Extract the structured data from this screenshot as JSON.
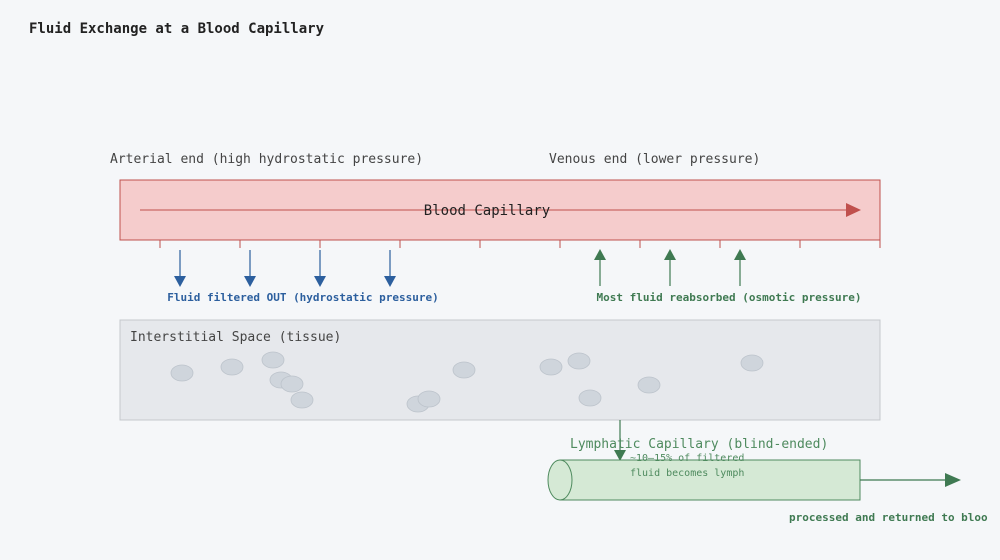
{
  "title": "Fluid Exchange at a Blood Capillary",
  "labels": {
    "arterial_end": "Arterial end (high hydrostatic pressure)",
    "venous_end": "Venous end (lower pressure)",
    "capillary": "Blood Capillary",
    "filtered_out": "Fluid filtered OUT (hydrostatic pressure)",
    "reabsorbed": "Most fluid reabsorbed (osmotic pressure)",
    "interstitial": "Interstitial Space (tissue)",
    "lymphatic": "Lymphatic Capillary (blind-ended)",
    "lymph_note_1": "~10–15% of filtered",
    "lymph_note_2": "fluid becomes lymph",
    "returned": "processed and returned to bloo"
  },
  "colors": {
    "background": "#f5f7f9",
    "capillary_fill": "#f5cccc",
    "capillary_stroke": "#c0504d",
    "filter_arrow": "#2c5f9e",
    "reabsorb_arrow": "#3f7a52",
    "interstitial_fill": "#e6e8ec",
    "interstitial_stroke": "#c5c8cd",
    "cell_fill": "#cfd5dc",
    "lymph_fill": "#d5e9d5",
    "lymph_stroke": "#4e8a5e",
    "text_dark": "#222222",
    "text_label": "#444444"
  }
}
